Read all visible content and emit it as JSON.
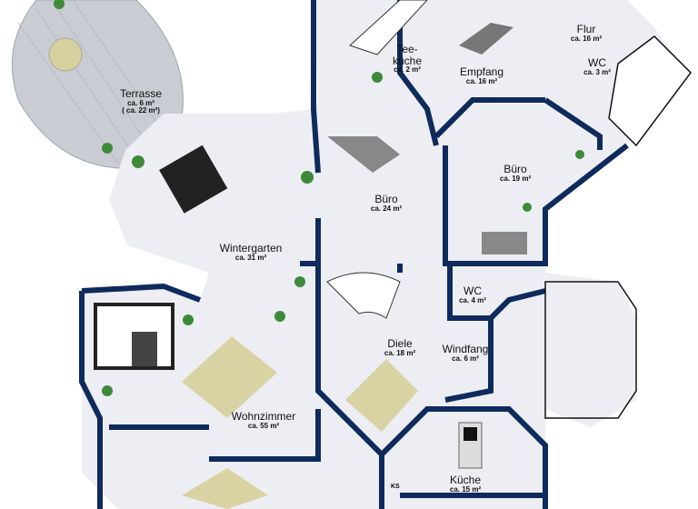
{
  "colors": {
    "wall": "#0f2a5c",
    "floor": "#eceef3",
    "terrace": "#c9ccd2",
    "rug": "#d9d3a4",
    "plant": "#3f8a3a"
  },
  "rooms": [
    {
      "name": "Terrasse",
      "area": "ca. 6 m²",
      "area2": "( ca. 22 m²)"
    },
    {
      "name": "Tee-küche",
      "area": "ca. 2 m²"
    },
    {
      "name": "Empfang",
      "area": "ca. 16 m²"
    },
    {
      "name": "Flur",
      "area": "ca. 16 m²"
    },
    {
      "name": "WC",
      "area": "ca. 3 m²"
    },
    {
      "name": "Büro",
      "area": "ca. 19 m²"
    },
    {
      "name": "Büro",
      "area": "ca. 24 m²"
    },
    {
      "name": "Wintergarten",
      "area": "ca. 31 m²"
    },
    {
      "name": "WC",
      "area": "ca. 4 m²"
    },
    {
      "name": "Diele",
      "area": "ca. 18 m²"
    },
    {
      "name": "Windfang",
      "area": "ca. 6 m²"
    },
    {
      "name": "Wohnzimmer",
      "area": "ca. 55 m²"
    },
    {
      "name": "Küche",
      "area": "ca. 15 m²"
    }
  ],
  "fridge_label": "KS"
}
